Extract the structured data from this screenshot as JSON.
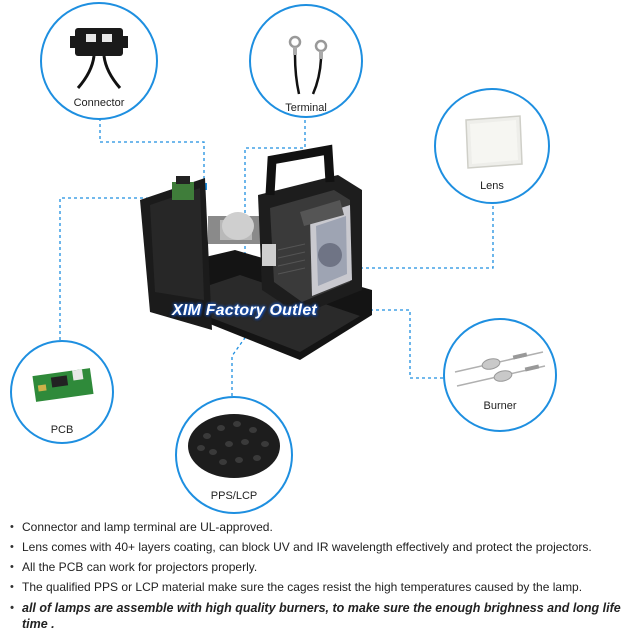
{
  "callouts": {
    "connector": "Connector",
    "terminal": "Terminal",
    "lens": "Lens",
    "pcb": "PCB",
    "pps_lcp": "PPS/LCP",
    "burner": "Burner"
  },
  "watermark": "XIM Factory Outlet",
  "bullets": [
    "Connector and lamp terminal are UL-approved.",
    "Lens comes with 40+ layers coating, can block UV and IR wavelength effectively and protect the projectors.",
    "All the PCB can work for projectors properly.",
    "The qualified PPS or LCP material make sure the cages resist the high temperatures caused by the lamp.",
    "all of lamps are assemble with high quality burners, to make sure the enough brighness and long life time ."
  ],
  "colors": {
    "accent": "#1e8fe0",
    "housing": "#1c1c1c"
  }
}
